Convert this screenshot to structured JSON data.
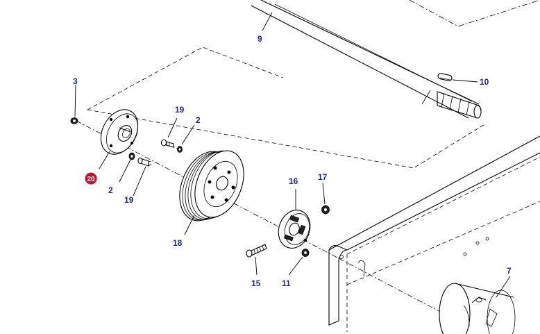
{
  "labels": {
    "l2a": "2",
    "l2b": "2",
    "l3": "3",
    "l7": "7",
    "l9": "9",
    "l10": "10",
    "l11": "11",
    "l15": "15",
    "l16": "16",
    "l17": "17",
    "l18": "18",
    "l19a": "19",
    "l19b": "19",
    "l20": "20"
  },
  "colors": {
    "label": "#1a2a8c",
    "badge": "#c8102e",
    "line": "#000000"
  }
}
